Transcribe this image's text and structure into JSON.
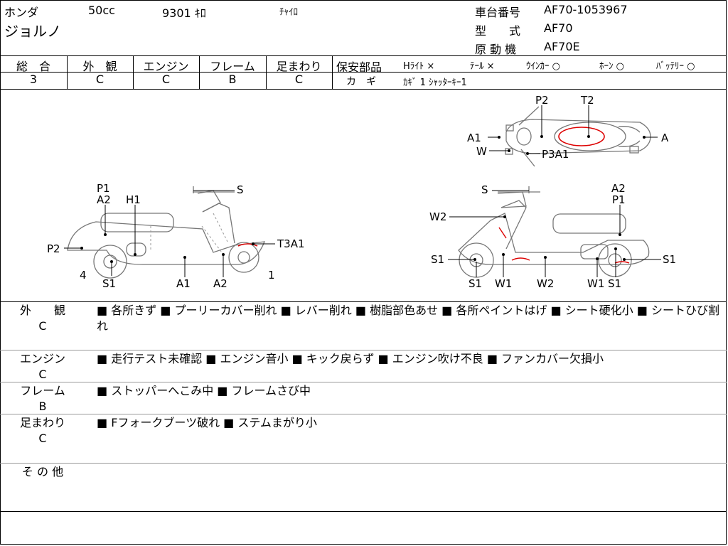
{
  "header": {
    "maker": "ホンダ",
    "displacement": "50cc",
    "mileage": "9301 ｷﾛ",
    "color": "ﾁｬｲﾛ",
    "model_name": "ジョルノ",
    "chassis_label": "車台番号",
    "chassis_value": "AF70-1053967",
    "type_label": "型　　式",
    "type_value": "AF70",
    "engine_label": "原 動 機",
    "engine_value": "AF70E"
  },
  "grades": {
    "overall_label": "総　合",
    "overall_value": "3",
    "exterior_label": "外　観",
    "exterior_value": "C",
    "engine_label": "エンジン",
    "engine_value": "C",
    "frame_label": "フレーム",
    "frame_value": "B",
    "suspension_label": "足まわり",
    "suspension_value": "C"
  },
  "safety": {
    "label": "保安部品",
    "items": [
      {
        "name": "Hﾗｲﾄ",
        "mark": "×"
      },
      {
        "name": "ﾃｰﾙ",
        "mark": "×"
      },
      {
        "name": "ｳｲﾝｶｰ",
        "mark": "○"
      },
      {
        "name": "ﾎｰﾝ",
        "mark": "○"
      },
      {
        "name": "ﾊﾞｯﾃﾘｰ",
        "mark": "○"
      }
    ],
    "key_label": "カ　ギ",
    "key_value": "ｶｷﾞ 1 ｼｬｯﾀｰｷｰ1"
  },
  "diagram": {
    "top": {
      "p2": "P2",
      "t2": "T2",
      "a1": "A1",
      "a": "A",
      "w": "W",
      "p3a1": "P3A1"
    },
    "left": {
      "p1": "P1",
      "a2": "A2",
      "h1": "H1",
      "s": "S",
      "p2": "P2",
      "t3a1": "T3A1",
      "n4": "4",
      "s1": "S1",
      "a1": "A1",
      "a2b": "A2",
      "n1": "1"
    },
    "right": {
      "s": "S",
      "a2": "A2",
      "p1": "P1",
      "w2": "W2",
      "s1": "S1",
      "s1r": "S1",
      "s1b": "S1",
      "w1": "W1",
      "w2b": "W2",
      "w1b": "W1",
      "s1c": "S1"
    }
  },
  "comments": [
    {
      "label": "外　　観",
      "grade": "C",
      "text": "■ 各所きず ■ プーリーカバー削れ ■ レバー削れ ■ 樹脂部色あせ ■ 各所ペイントはげ ■ シート硬化小 ■ シートひび割れ"
    },
    {
      "label": "エンジン",
      "grade": "C",
      "text": "■ 走行テスト未確認 ■ エンジン音小 ■ キック戻らず ■ エンジン吹け不良 ■ ファンカバー欠損小"
    },
    {
      "label": "フレーム",
      "grade": "B",
      "text": "■ ストッパーへこみ中 ■ フレームさび中"
    },
    {
      "label": "足まわり",
      "grade": "C",
      "text": "■ Fフォークブーツ破れ ■ ステムまがり小"
    },
    {
      "label": "そ の 他",
      "grade": "",
      "text": ""
    }
  ]
}
